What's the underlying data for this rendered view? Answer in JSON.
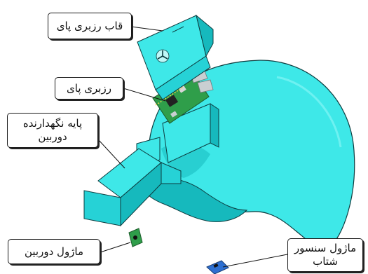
{
  "labels": {
    "pi_case": "قاب رزبری پای",
    "raspberry_pi": "رزبری پای",
    "camera_holder_line1": "پایه نگهدارنده",
    "camera_holder_line2": "دوربین",
    "camera_module": "ماژول دوربین",
    "accel_sensor_line1": "ماژول سنسور",
    "accel_sensor_line2": "شتاب"
  },
  "colors": {
    "helmet": "#3ee8e8",
    "helmet_shade": "#16b9bd",
    "outline": "#0d3c3f",
    "board": "#2f9e4a",
    "callout_border": "#1a1a1a"
  }
}
